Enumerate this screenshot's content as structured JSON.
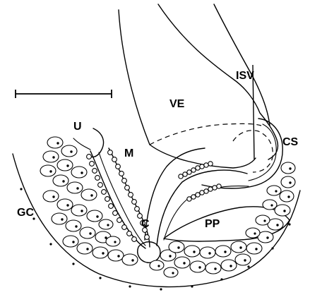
{
  "figure": {
    "labels": {
      "u": "U",
      "m": "M",
      "ve": "VE",
      "isv": "ISV",
      "cs": "CS",
      "gc": "GC",
      "pp": "PP",
      "c": "C"
    },
    "scale_bar": {
      "text": ""
    },
    "colors": {
      "ink": "#000000",
      "paper": "#ffffff"
    }
  }
}
